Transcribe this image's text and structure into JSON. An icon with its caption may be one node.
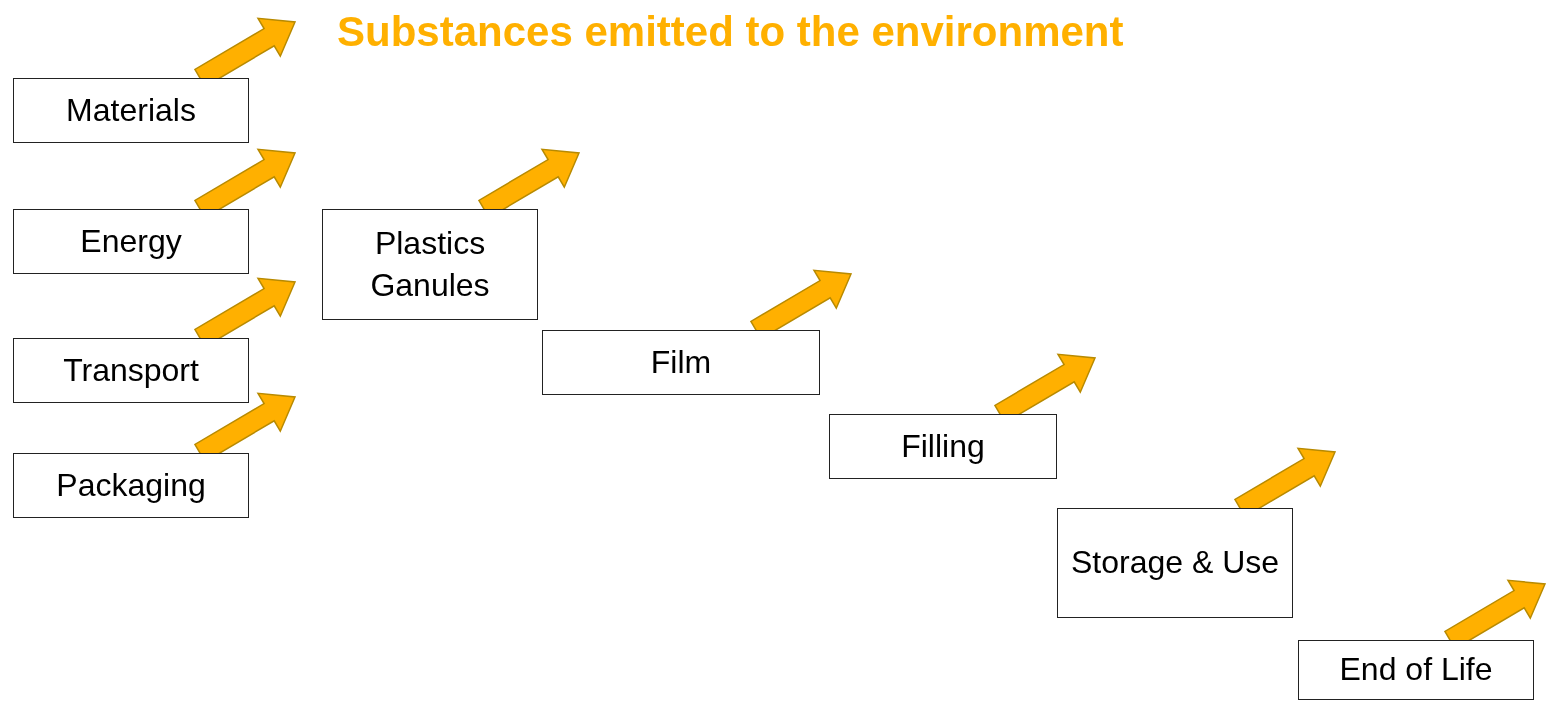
{
  "diagram": {
    "title": "Substances emitted to the environment",
    "nodes": [
      {
        "text": [
          "Materials"
        ]
      },
      {
        "text": [
          "Energy"
        ]
      },
      {
        "text": [
          "Transport"
        ]
      },
      {
        "text": [
          "Packaging"
        ]
      },
      {
        "text": [
          "Plastics Ganules"
        ]
      },
      {
        "text": [
          "Film"
        ]
      },
      {
        "text": [
          "Filling"
        ]
      },
      {
        "text": [
          "Storage & Use"
        ]
      },
      {
        "text": [
          "End of Life"
        ]
      }
    ],
    "edges": [
      {
        "from": 0,
        "to": null,
        "arrow": "to",
        "style": "thick",
        "color": "#ffb000"
      },
      {
        "from": 1,
        "to": null,
        "arrow": "to",
        "style": "thick",
        "color": "#ffb000"
      },
      {
        "from": 2,
        "to": null,
        "arrow": "to",
        "style": "thick",
        "color": "#ffb000"
      },
      {
        "from": 3,
        "to": null,
        "arrow": "to",
        "style": "thick",
        "color": "#ffb000"
      },
      {
        "from": 4,
        "to": null,
        "arrow": "to",
        "style": "thick",
        "color": "#ffb000"
      },
      {
        "from": 5,
        "to": null,
        "arrow": "to",
        "style": "thick",
        "color": "#ffb000"
      },
      {
        "from": 6,
        "to": null,
        "arrow": "to",
        "style": "thick",
        "color": "#ffb000"
      },
      {
        "from": 7,
        "to": null,
        "arrow": "to",
        "style": "thick",
        "color": "#ffb000"
      },
      {
        "from": 8,
        "to": null,
        "arrow": "to",
        "style": "thick",
        "color": "#ffb000"
      }
    ]
  }
}
